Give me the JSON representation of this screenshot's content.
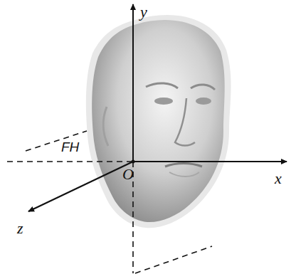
{
  "diagram": {
    "labels": [
      "y",
      "x",
      "z",
      "O",
      "FH"
    ]
  }
}
